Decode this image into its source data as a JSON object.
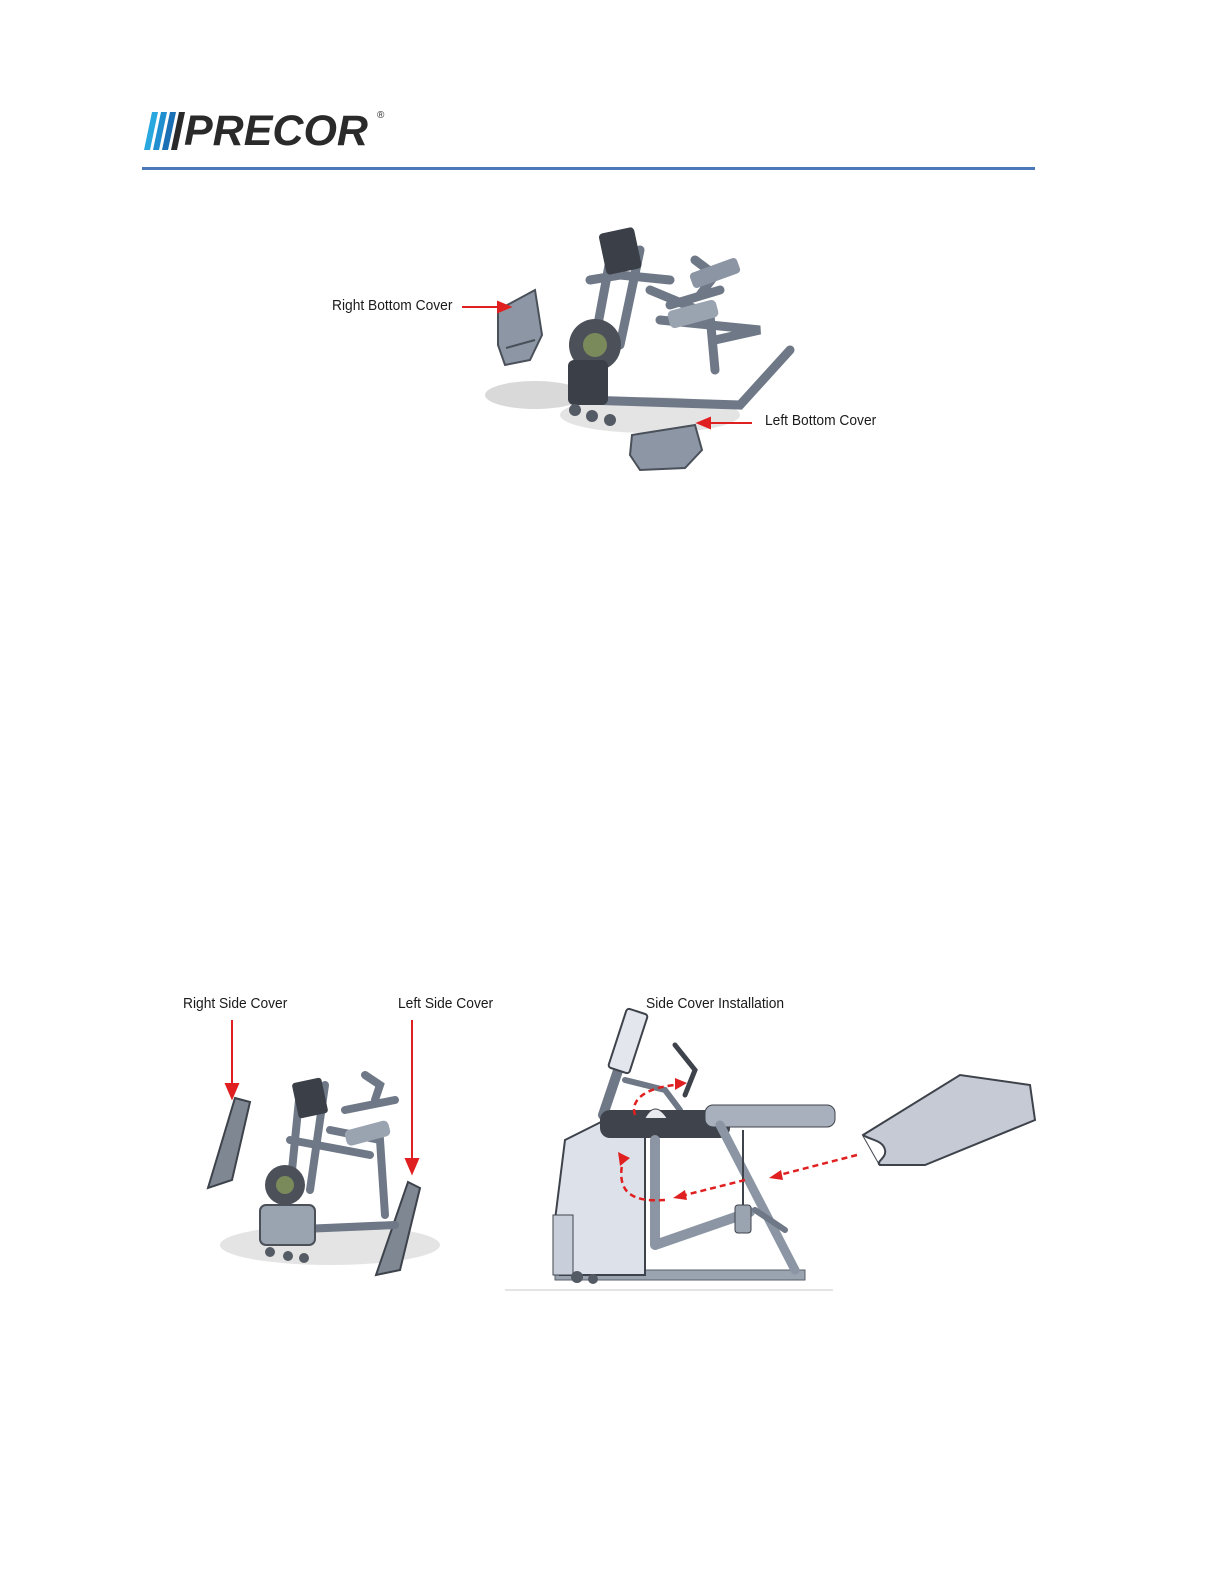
{
  "header": {
    "logo_text": "PRECOR",
    "logo_mark": "®",
    "rule_color": "#4a78b8"
  },
  "figure1": {
    "labels": {
      "right_bottom_cover": "Right Bottom Cover",
      "left_bottom_cover": "Left Bottom Cover"
    }
  },
  "figure2": {
    "labels": {
      "right_side_cover": "Right Side Cover",
      "left_side_cover": "Left Side Cover"
    }
  },
  "figure3": {
    "labels": {
      "title": "Side Cover Installation"
    }
  },
  "colors": {
    "arrow": "#e02020",
    "machine": "#6f7886",
    "cover": "#d8dde6"
  }
}
